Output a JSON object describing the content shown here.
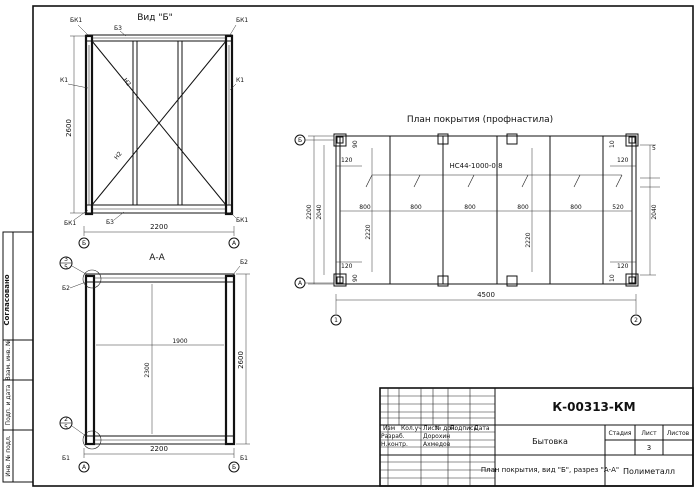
{
  "view_b": {
    "title": "Вид \"Б\"",
    "labels": {
      "bk1": "БК1",
      "b3": "Б3",
      "k1": "К1",
      "n2": "Н2"
    },
    "dims": {
      "height": "2600",
      "width": "2200"
    },
    "axis": {
      "left": "Б",
      "right": "А"
    }
  },
  "section_aa": {
    "title": "А-А",
    "labels": {
      "b2": "Б2",
      "b1": "Б1",
      "mark3": "3",
      "mark5": "5",
      "mark2": "2"
    },
    "dims": {
      "inner_width": "1900",
      "inner_height": "2300",
      "outer_height": "2600",
      "width": "2200"
    },
    "axis": {
      "left": "А",
      "right": "Б"
    }
  },
  "roof_plan": {
    "title": "План покрытия (профнастила)",
    "sheet_label": "НС44-1000-0,8",
    "axis": {
      "top": "Б",
      "bottom": "А",
      "left": "1",
      "right": "2"
    },
    "dims": {
      "d120": "120",
      "d90": "90",
      "d10": "10",
      "d800": "800",
      "d520": "520",
      "h2200": "2200",
      "h2040": "2040",
      "h2220": "2220",
      "total": "4500",
      "d5": "5"
    }
  },
  "side_stamp": {
    "soglasovano": "Согласовано",
    "vzam_inv": "Взам. инв. №",
    "podp_data": "Подп. и дата",
    "inv_podl": "Инв. № подл."
  },
  "title_block": {
    "doc_code": "К-00313-КМ",
    "col_headers": [
      "Изм",
      "Кол.уч",
      "Лист",
      "№ док.",
      "Подпись",
      "Дата"
    ],
    "roles": [
      {
        "role": "Разраб.",
        "name": "Дорохин"
      },
      {
        "role": "Н.контр.",
        "name": "Ахмедов"
      }
    ],
    "object_name": "Бытовка",
    "stage_label": "Стадия",
    "sheet_label": "Лист",
    "sheets_label": "Листов",
    "sheet_no": "3",
    "content": "План покрытия, вид \"Б\", разрез \"А-А\"",
    "org": "Полиметалл"
  }
}
